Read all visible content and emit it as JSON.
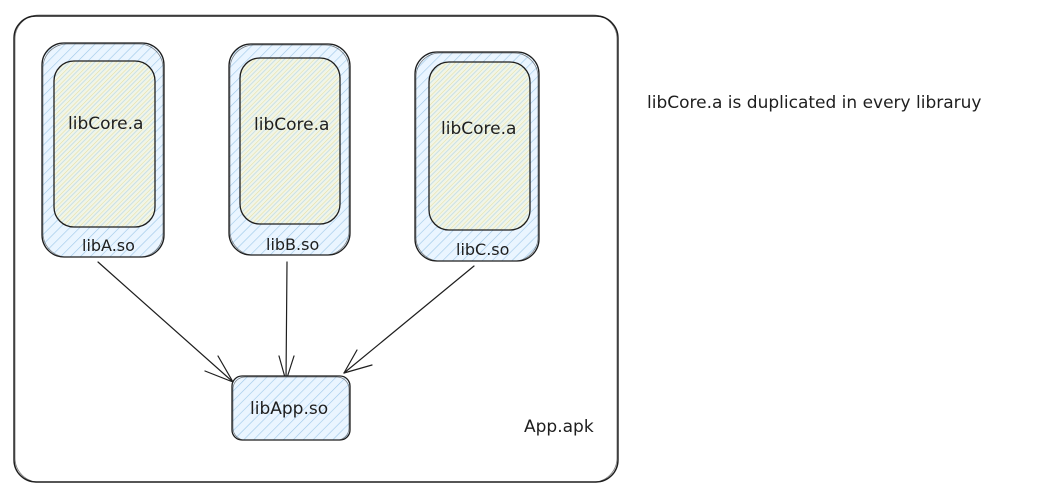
{
  "container_label": "App.apk",
  "app_library": "libApp.so",
  "libraries": [
    {
      "name": "libA.so",
      "inner": "libCore.a"
    },
    {
      "name": "libB.so",
      "inner": "libCore.a"
    },
    {
      "name": "libC.so",
      "inner": "libCore.a"
    }
  ],
  "note": "libCore.a is duplicated in every libraruy",
  "colors": {
    "stroke": "#1e1e1e",
    "library_fill": "#a5d8ff",
    "core_fill": "#ffec99",
    "background": "#ffffff"
  }
}
